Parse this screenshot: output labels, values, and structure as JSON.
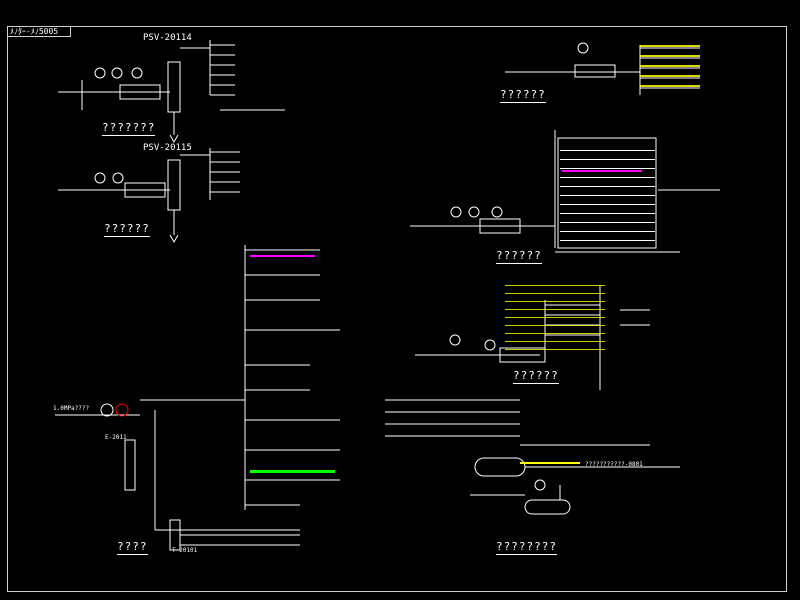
{
  "title_block": "ﾒﾉﾀｰ-ﾒﾉ5005",
  "captions": {
    "top_left_1": "???????",
    "top_left_2": "??????",
    "top_right_1": "??????",
    "middle_right": "??????",
    "middle_lower_right": "??????",
    "bottom_left": "????",
    "bottom_right": "????????"
  },
  "psv_tags": {
    "psv1": "PSV-20114",
    "psv2": "PSV-20115"
  },
  "labels": {
    "inlet_left": "1.0MPa????",
    "tank_tag": "E-2011",
    "pump_tag": "T-20101",
    "spec_right": "???????????-0801"
  },
  "colors": {
    "line": "#ffffff",
    "accent_yellow": "#ffff00",
    "accent_magenta": "#ff00ff",
    "accent_green": "#00ff00",
    "accent_red": "#ff0000"
  }
}
